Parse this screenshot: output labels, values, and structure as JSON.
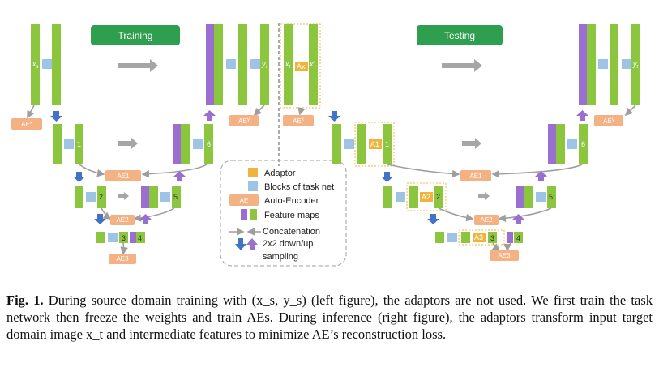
{
  "diagram": {
    "training_title": "Training",
    "testing_title": "Testing",
    "labels": {
      "xs": "x",
      "xs_sub": "s",
      "ys": "y",
      "ys_sub": "s",
      "xt": "x",
      "xt_sub": "t",
      "xt_prime": "x'",
      "xt_prime_sub": "t",
      "yt": "y",
      "yt_sub": "t",
      "ax": "Ax",
      "a1": "A1",
      "a2": "A2",
      "a3": "A3",
      "ae_x": "AE",
      "ae_x_sup": "x",
      "ae_y": "AE",
      "ae_y_sup": "y",
      "ae1": "AE1",
      "ae2": "AE2",
      "ae3": "AE3",
      "n1": "1",
      "n2": "2",
      "n3": "3",
      "n4": "4",
      "n5": "5",
      "n6": "6"
    },
    "legend": {
      "adaptor": "Adaptor",
      "blocks": "Blocks of task net",
      "ae_icon": "AE",
      "autoencoder": "Auto-Encoder",
      "feature_maps": "Feature maps",
      "concatenation": "Concatenation",
      "sampling_1": "2x2 down/up",
      "sampling_2": "sampling"
    },
    "colors": {
      "feature_map": "#8cc63f",
      "concat_feature": "#9b6fcf",
      "block": "#9dc3e6",
      "autoencoder": "#f4b183",
      "adaptor": "#f0b43c",
      "title_pill": "#2e9e4f",
      "arrow_down": "#4472c4",
      "arrow_up": "#9b6fcf"
    }
  },
  "caption": {
    "fig_label": "Fig. 1.",
    "text": "During source domain training with (x_s, y_s) (left figure), the adaptors are not used. We first train the task network then freeze the weights and train AEs. During inference (right figure), the adaptors transform input target domain image x_t and intermediate features to minimize AE’s reconstruction loss."
  }
}
